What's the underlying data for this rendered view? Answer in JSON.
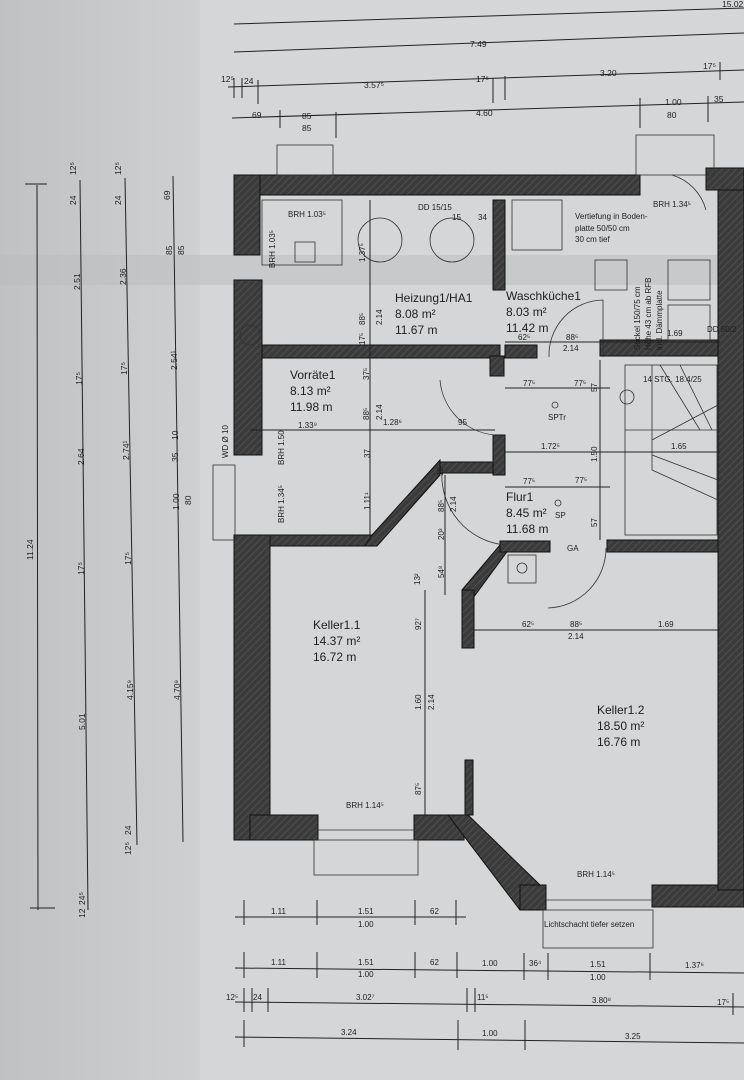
{
  "top_dims": {
    "overall": "15.02",
    "row2": "7.49",
    "row3": [
      "12⁵",
      "24",
      "3.57⁵",
      "17⁵",
      "3.20",
      "17⁵"
    ],
    "row4": [
      "69",
      "85",
      "85",
      "4.60",
      "1.00",
      "80",
      "35"
    ]
  },
  "left_dims": {
    "overall": "11.24",
    "col_a": [
      "12⁵",
      "24",
      "2.51",
      "17⁵",
      "2.64",
      "17⁵",
      "5.01",
      "24⁵",
      "12"
    ],
    "col_b": [
      "12⁵",
      "24",
      "2.36",
      "17⁵",
      "2.74¹",
      "17⁵",
      "4.15⁹",
      "24",
      "12⁵"
    ],
    "col_c": [
      "69",
      "85",
      "85",
      "2.54¹",
      "35",
      "10",
      "1.00",
      "80",
      "4.70⁹"
    ]
  },
  "rooms": {
    "heizung": {
      "name": "Heizung1/HA1",
      "area": "8.08 m²",
      "perimeter": "11.67 m"
    },
    "waschkueche": {
      "name": "Waschküche1",
      "area": "8.03 m²",
      "perimeter": "11.42 m"
    },
    "vorraete": {
      "name": "Vorräte1",
      "area": "8.13 m²",
      "perimeter": "11.98 m"
    },
    "flur": {
      "name": "Flur1",
      "area": "8.45 m²",
      "perimeter": "11.68 m"
    },
    "keller11": {
      "name": "Keller1.1",
      "area": "14.37 m²",
      "perimeter": "16.72 m"
    },
    "keller12": {
      "name": "Keller1.2",
      "area": "18.50 m²",
      "perimeter": "16.76 m"
    }
  },
  "annotations": {
    "brh_top_left": "BRH 1.03⁵",
    "brh_left_vertical": "BRH 1.03⁵",
    "dd_top": "DD 15/15",
    "dd_15": "15",
    "dd_34": "34",
    "brh_top_right": "BRH 1.34⁵",
    "vertiefung": [
      "Vertiefung in Boden-",
      "platte 50/50 cm",
      "30 cm tief"
    ],
    "sockel": [
      "Sockel 150/75 cm",
      "Höhe 43 cm ab RFB",
      "incl. Dämmplatte"
    ],
    "dd_right": "DD 50/2",
    "wc_169": "1.69",
    "stairs": "14 STG. 18.4/25",
    "stairs_165": "1.65",
    "sptr": "SPTr",
    "sp": "SP",
    "ga": "GA",
    "wd": "WD Ø 10",
    "brh_150": "BRH 1.50",
    "brh_134": "BRH 1.34⁵",
    "brh_bottom_left": "BRH 1.14⁵",
    "brh_bottom_right": "BRH 1.14⁵",
    "lichtschacht": "Lichtschacht tiefer setzen",
    "door_10": "10"
  },
  "inner_dims": {
    "h_137": "1.37⁵",
    "h_175": "17⁵",
    "h_885": "88⁵",
    "h_214": "2.14",
    "w_625": "62⁵",
    "w_885": "88⁵",
    "w_214": "2.14",
    "v_375": "37⁵",
    "v_885": "88⁵",
    "v_214": "2.14",
    "v_37": "37",
    "v_111": "1.11¹",
    "w_1339": "1.33⁹",
    "w_1286": "1.28⁶",
    "w_95": "95",
    "w_775a": "77⁵",
    "w_775b": "77⁵",
    "v_57a": "57",
    "w_1725": "1.72⁵",
    "v_150": "1.50",
    "w_775c": "77⁵",
    "w_775d": "77⁵",
    "v_57b": "57",
    "v_203": "20³",
    "v_885b": "88⁵",
    "v_214b": "2.14",
    "v_548": "54⁸",
    "v_132": "13²",
    "k_625": "62⁵",
    "k_885": "88⁵",
    "k_214": "2.14",
    "k_169": "1.69",
    "k_927": "92⁷",
    "k_160": "1.60",
    "k_214v": "2.14",
    "k_875": "87⁵"
  },
  "bottom_dims": {
    "row1": [
      "1.11",
      "1.51",
      "1.00",
      "62"
    ],
    "row2": [
      "1.11",
      "1.51",
      "1.00",
      "62",
      "1.00",
      "36⁴",
      "1.51",
      "1.00",
      "1.37⁶"
    ],
    "row3": [
      "12⁵",
      "24",
      "3.02⁷",
      "11⁵",
      "3.80⁸",
      "17⁵"
    ],
    "row4": [
      "3.24",
      "1.00",
      "3.25"
    ]
  }
}
